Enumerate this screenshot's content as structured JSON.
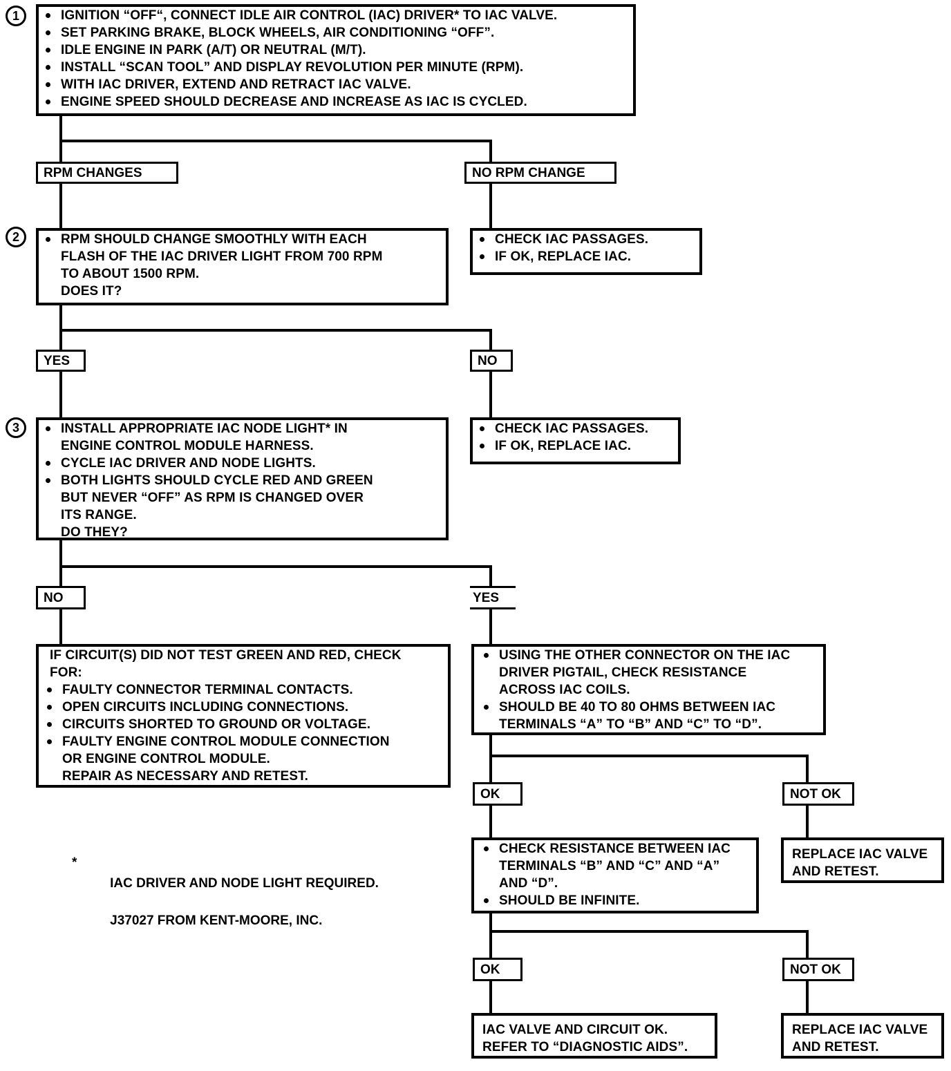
{
  "chart_data": {
    "type": "diagram",
    "title": "Idle Air Control (IAC) Valve Diagnostic Flowchart",
    "orientation": "top-down"
  },
  "steps": {
    "one": "1",
    "two": "2",
    "three": "3"
  },
  "step1": {
    "items": [
      "IGNITION “OFF“, CONNECT IDLE AIR CONTROL (IAC) DRIVER* TO IAC VALVE.",
      "SET PARKING BRAKE, BLOCK WHEELS, AIR CONDITIONING “OFF”.",
      "IDLE ENGINE IN PARK (A/T) OR NEUTRAL (M/T).",
      "INSTALL “SCAN TOOL” AND DISPLAY REVOLUTION PER MINUTE (RPM).",
      "WITH IAC DRIVER, EXTEND AND RETRACT IAC VALVE.",
      "ENGINE SPEED SHOULD DECREASE AND INCREASE AS IAC IS CYCLED."
    ]
  },
  "branch1": {
    "left_label": "RPM CHANGES",
    "right_label": "NO RPM CHANGE"
  },
  "step2": {
    "item1_l1": "RPM SHOULD CHANGE SMOOTHLY WITH EACH",
    "item1_l2": "FLASH OF THE IAC DRIVER LIGHT FROM 700 RPM",
    "item1_l3": "TO ABOUT 1500 RPM.",
    "item1_l4": "DOES IT?"
  },
  "check_iac_1": {
    "items": [
      "CHECK IAC PASSAGES.",
      "IF OK, REPLACE IAC."
    ]
  },
  "branch2": {
    "left_label": "YES",
    "right_label": "NO"
  },
  "step3": {
    "item1_l1": "INSTALL APPROPRIATE IAC NODE LIGHT* IN",
    "item1_l2": "ENGINE CONTROL MODULE HARNESS.",
    "item2": "CYCLE IAC DRIVER AND NODE LIGHTS.",
    "item3_l1": "BOTH LIGHTS SHOULD CYCLE RED AND GREEN",
    "item3_l2": "BUT NEVER “OFF” AS RPM IS CHANGED OVER",
    "item3_l3": "ITS RANGE.",
    "item3_l4": "DO THEY?"
  },
  "check_iac_2": {
    "items": [
      "CHECK IAC PASSAGES.",
      "IF OK, REPLACE IAC."
    ]
  },
  "branch3": {
    "left_label": "NO",
    "right_label": "YES"
  },
  "circuit_box": {
    "intro_l1": "IF CIRCUIT(S) DID NOT TEST GREEN AND RED, CHECK",
    "intro_l2": "FOR:",
    "items": [
      "FAULTY CONNECTOR TERMINAL CONTACTS.",
      "OPEN CIRCUITS INCLUDING CONNECTIONS.",
      "CIRCUITS SHORTED TO GROUND OR VOLTAGE."
    ],
    "item4_l1": "FAULTY ENGINE CONTROL MODULE CONNECTION",
    "item4_l2": "OR ENGINE CONTROL MODULE.",
    "item4_l3": "REPAIR AS NECESSARY AND RETEST."
  },
  "resistance_box": {
    "item1_l1": "USING THE OTHER CONNECTOR ON THE IAC",
    "item1_l2": "DRIVER PIGTAIL, CHECK RESISTANCE",
    "item1_l3": "ACROSS IAC COILS.",
    "item2_l1": "SHOULD BE 40 TO 80 OHMS BETWEEN IAC",
    "item2_l2": "TERMINALS “A” TO “B” AND “C” TO “D”."
  },
  "branch4": {
    "left_label": "OK",
    "right_label": "NOT OK"
  },
  "replace_box_1": {
    "line1": "REPLACE IAC VALVE",
    "line2": "AND RETEST."
  },
  "infinite_box": {
    "item1_l1": "CHECK RESISTANCE BETWEEN IAC",
    "item1_l2": "TERMINALS “B” AND “C” AND “A”",
    "item1_l3": "AND “D”.",
    "item2": "SHOULD BE INFINITE."
  },
  "branch5": {
    "left_label": "OK",
    "right_label": "NOT OK"
  },
  "final_ok": {
    "line1": "IAC VALVE AND CIRCUIT OK.",
    "line2": "REFER TO “DIAGNOSTIC AIDS”."
  },
  "replace_box_2": {
    "line1": "REPLACE IAC VALVE",
    "line2": "AND RETEST."
  },
  "footnote": {
    "star": "*",
    "line1": "IAC DRIVER AND NODE LIGHT REQUIRED.",
    "line2": "J37027 FROM KENT-MOORE, INC."
  }
}
